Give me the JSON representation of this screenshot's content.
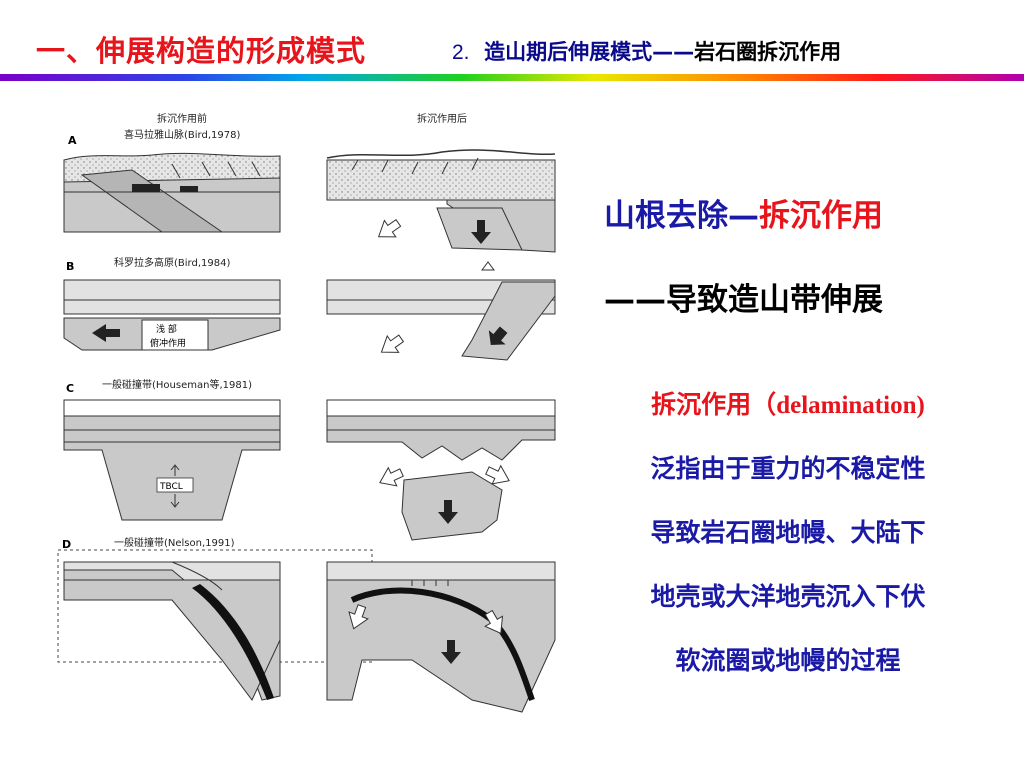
{
  "header": {
    "main_title": "一、伸展构造的形成模式",
    "sub_number": "2.",
    "sub_title": "造山期后伸展模式",
    "sub_dash": "——",
    "sub_tail": "岩石圈拆沉作用"
  },
  "figure": {
    "col_before": "拆沉作用前",
    "col_after": "拆沉作用后",
    "panels": [
      {
        "letter": "A",
        "caption": "喜马拉雅山脉(Bird,1978)"
      },
      {
        "letter": "B",
        "caption": "科罗拉多高原(Bird,1984)",
        "label_line1": "浅  部",
        "label_line2": "俯冲作用"
      },
      {
        "letter": "C",
        "caption": "一般碰撞带(Houseman等,1981)",
        "tbcl": "TBCL"
      },
      {
        "letter": "D",
        "caption": "一般碰撞带(Nelson,1991)"
      }
    ]
  },
  "right": {
    "heading1_blue": "山根去除",
    "heading1_dash": "—",
    "heading1_red": "拆沉作用",
    "heading2_dash": "——",
    "heading2_text": "导致造山带伸展",
    "def_term": "拆沉作用（",
    "def_term_latin": "delamination)",
    "def_lines": [
      "泛指由于重力的不稳定性",
      "导致岩石圈地幔、大陆下",
      "地壳或大洋地壳沉入下伏",
      "软流圈或地幔的过程"
    ]
  },
  "colors": {
    "title_red": "#e8141b",
    "text_blue": "#1a1aa6",
    "figure_gray": "#c9c9c9"
  }
}
